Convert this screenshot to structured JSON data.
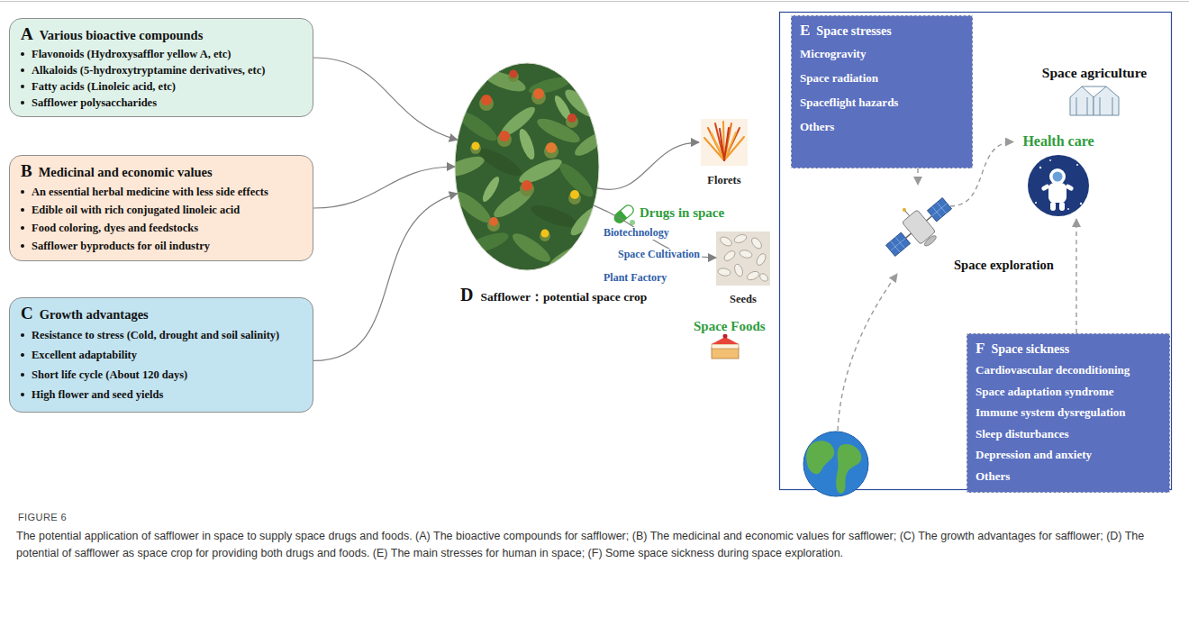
{
  "diagram": {
    "caption": "The potential application of safflower in space to supply space drugs and foods. (A) The bioactive compounds for safflower; (B) The medicinal and economic values for safflower; (C) The growth advantages for safflower; (D) The potential of safflower as space crop for providing both drugs and foods. (E) The main stresses for human in space; (F) Some space sickness during space exploration.",
    "nodes": [
      {
        "text": [
          "A",
          "Various bioactive compounds",
          "Flavonoids (Hydroxysafflor yellow A, etc)",
          "Alkaloids (5-hydroxytryptamine derivatives, etc)",
          "Fatty acids (Linoleic acid, etc)",
          "Safflower polysaccharides"
        ]
      },
      {
        "text": [
          "B",
          "Medicinal and economic values",
          "An essential herbal medicine with less side effects",
          "Edible oil with rich conjugated linoleic acid",
          "Food coloring, dyes and feedstocks",
          "Safflower byproducts for oil industry"
        ]
      },
      {
        "text": [
          "C",
          "Growth advantages",
          "Resistance to stress (Cold, drought and soil salinity)",
          "Excellent adaptability",
          "Short life cycle (About 120 days)",
          "High flower and seed yields"
        ]
      },
      {
        "text": [
          "D",
          "Safflower：potential space crop"
        ]
      },
      {
        "text": [
          "Florets"
        ]
      },
      {
        "text": [
          "Seeds"
        ]
      },
      {
        "text": [
          "E",
          "Space stresses",
          "Microgravity",
          "Space radiation",
          "Spaceflight hazards",
          "Others"
        ]
      },
      {
        "text": [
          "Space exploration"
        ]
      },
      {
        "text": [
          "Space agriculture"
        ]
      },
      {
        "text": [
          "Health care"
        ]
      },
      {
        "text": [
          "F",
          "Space sickness",
          "Cardiovascular deconditioning",
          "Space adaptation syndrome",
          "Immune system dysregulation",
          "Sleep disturbances",
          "Depression and anxiety",
          "Others"
        ]
      }
    ],
    "edges": [
      {
        "from": 0,
        "to": 3,
        "arrow": "to"
      },
      {
        "from": 1,
        "to": 3,
        "arrow": "to"
      },
      {
        "from": 2,
        "to": 3,
        "arrow": "to"
      },
      {
        "from": 3,
        "to": 4,
        "label": "Biotechnology",
        "arrow": "to"
      },
      {
        "from": 3,
        "to": 5,
        "label": "Plant Factory",
        "arrow": "to"
      },
      {
        "from": 6,
        "to": 7,
        "arrow": "to"
      },
      {
        "from": 7,
        "to": 9,
        "arrow": "to"
      },
      {
        "from": 10,
        "to": 9,
        "arrow": "to"
      }
    ],
    "labels": [
      "Space Cultivation",
      "Drugs in space",
      "Space Foods",
      "FIGURE 6"
    ]
  }
}
